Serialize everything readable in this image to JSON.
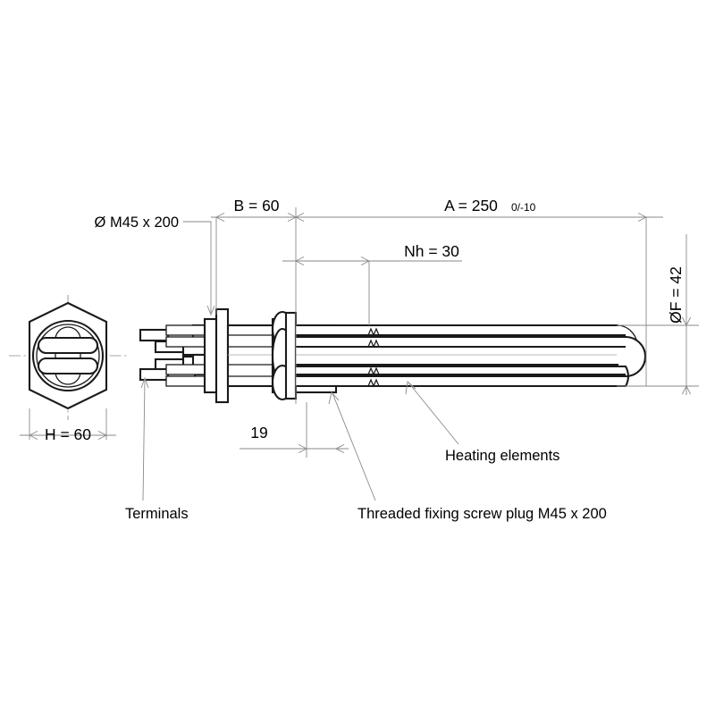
{
  "drawing": {
    "title": "Immersion heating element with threaded screw plug",
    "background_color": "#ffffff",
    "line_color": "#1a1a1a",
    "dimension_line_color": "#8a8a8a",
    "dimensions": {
      "overall_length_A": {
        "label": "A = 250",
        "tolerance": "0/-10",
        "value": 250,
        "unit": "mm"
      },
      "plug_length_B": {
        "label": "B = 60",
        "value": 60,
        "unit": "mm"
      },
      "heated_offset_Nh": {
        "label": "Nh = 30",
        "value": 30,
        "unit": "mm"
      },
      "bundle_diameter_F": {
        "label": "ØF = 42",
        "value": 42,
        "unit": "mm"
      },
      "hex_across_flats_H": {
        "label": "H = 60",
        "value": 60,
        "unit": "mm"
      },
      "terminal_offset": {
        "label": "19",
        "value": 19,
        "unit": "mm"
      }
    },
    "callouts": {
      "thread_spec": "Ø M45 x 200",
      "terminals": "Terminals",
      "screw_plug": "Threaded fixing screw plug M45 x 200",
      "heating_elements": "Heating elements"
    },
    "views": {
      "end_view_name": "hexagon-end-view",
      "side_view_name": "side-elevation-view"
    }
  }
}
